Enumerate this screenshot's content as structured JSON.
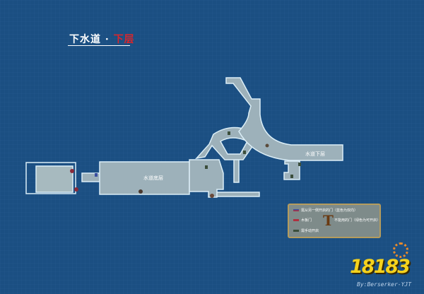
{
  "title": {
    "main": "下水道 · ",
    "sub": "下层"
  },
  "rooms": {
    "bottom_room": "水道底层",
    "lower_room": "水道下层"
  },
  "legend": {
    "row1": "需从另一侧开启的门（蓝色为双向）",
    "row2a": "木板门",
    "row2b": "不能用的门（绿色为可开启）",
    "row3": "需手动开启",
    "tool_icon": "crowbar-icon"
  },
  "watermark": {
    "logo": "18183",
    "credit": "By:Berserker-YJT"
  },
  "colors": {
    "background": "#1b4f82",
    "floor": "#9fb3bb",
    "wall": "#d7ecf5",
    "legend_bg": "#7e8b8a",
    "title_accent": "#d8262c"
  }
}
